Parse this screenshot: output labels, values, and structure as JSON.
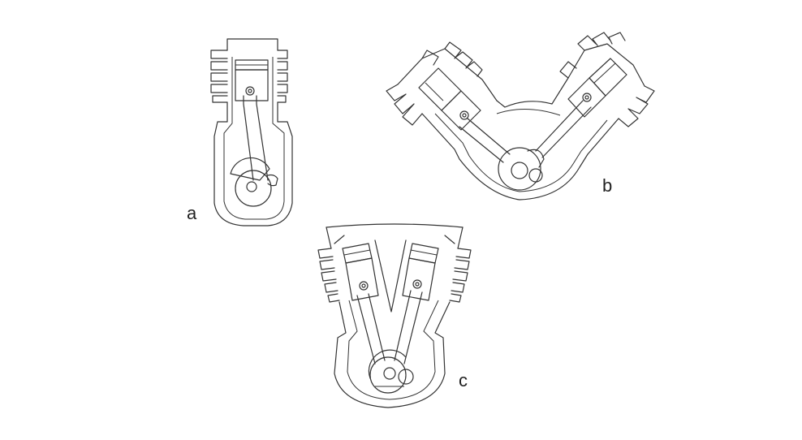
{
  "labels": {
    "a": "a",
    "b": "b",
    "c": "c"
  },
  "colors": {
    "background": "#ffffff",
    "line": "#333333"
  }
}
